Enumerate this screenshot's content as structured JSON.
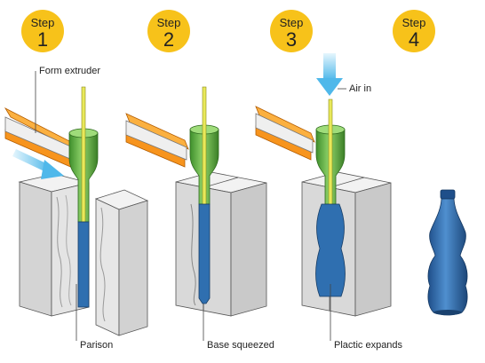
{
  "steps": [
    {
      "word": "Step",
      "number": "1"
    },
    {
      "word": "Step",
      "number": "2"
    },
    {
      "word": "Step",
      "number": "3"
    },
    {
      "word": "Step",
      "number": "4"
    }
  ],
  "labels": {
    "form_extruder": "Form extruder",
    "air_in": "Air in",
    "parison": "Parison",
    "base_squeezed": "Base squeezed",
    "plastic_expands": "Plactic expands"
  },
  "colors": {
    "badge": "#f7c21a",
    "mold": "#dcdcdc",
    "extruder": "#f7941d",
    "nozzle": "#6cbf4a",
    "parison": "#2f6fb0",
    "air": "#7ecff2"
  }
}
